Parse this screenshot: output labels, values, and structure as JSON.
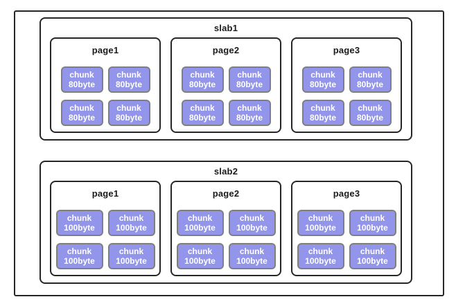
{
  "slabs": [
    {
      "title": "slab1",
      "chunk_line1": "chunk",
      "chunk_line2": "80byte",
      "pages": [
        {
          "title": "page1"
        },
        {
          "title": "page2"
        },
        {
          "title": "page3"
        }
      ]
    },
    {
      "title": "slab2",
      "chunk_line1": "chunk",
      "chunk_line2": "100byte",
      "pages": [
        {
          "title": "page1"
        },
        {
          "title": "page2"
        },
        {
          "title": "page3"
        }
      ]
    }
  ],
  "colors": {
    "background": "#ffffff",
    "box_border": "#262626",
    "title_text": "#1a1a1a",
    "chunk_fill": "#9295e9",
    "chunk_border": "#7f7f7f",
    "chunk_text": "#ffffff"
  }
}
